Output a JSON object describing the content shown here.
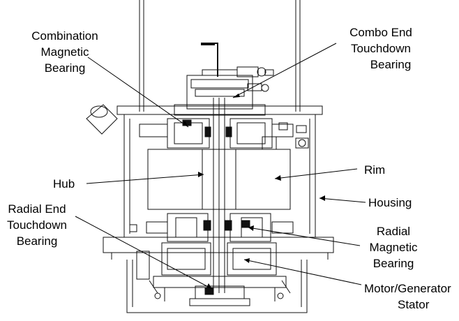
{
  "labels": {
    "combination_magnetic_bearing": [
      "Combination",
      "Magnetic",
      "Bearing"
    ],
    "combo_end_touchdown_bearing": [
      "Combo End",
      "Touchdown",
      "Bearing"
    ],
    "hub": "Hub",
    "rim": "Rim",
    "housing": "Housing",
    "radial_end_touchdown_bearing": [
      "Radial End",
      "Touchdown",
      "Bearing"
    ],
    "radial_magnetic_bearing": [
      "Radial",
      "Magnetic",
      "Bearing"
    ],
    "motor_generator_stator": [
      "Motor/Generator",
      "Stator"
    ]
  },
  "colors": {
    "line": "#111111",
    "background": "#ffffff"
  }
}
